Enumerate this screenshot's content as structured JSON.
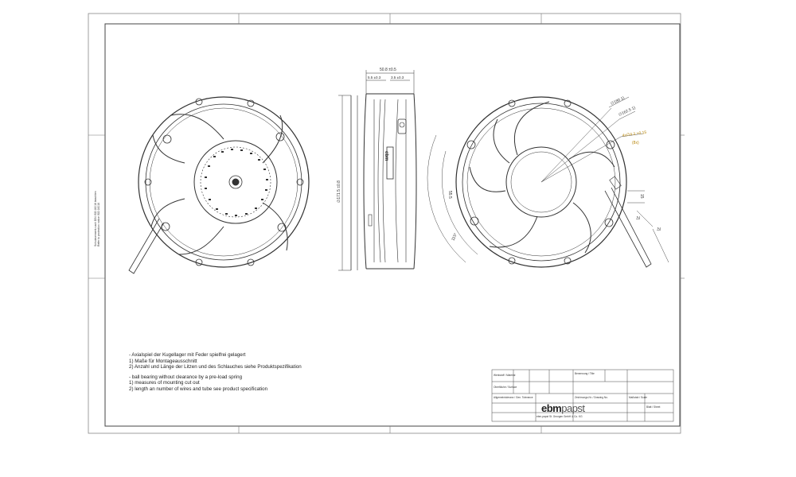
{
  "notes": {
    "de_intro": "- Axialspiel der Kugellager mit Feder spielfrei gelagert",
    "de_1": "1) Maße für Montageausschnitt",
    "de_2": "2) Anzahl und Länge der Litzen und des Schlauches siehe Produktspezifikation",
    "en_intro": "- ball bearing without clearance by a pre-load spring",
    "en_1": "1) measures of mounting cut out",
    "en_2": "2) length an number of wires and tube see product specification"
  },
  "dimensions": {
    "overall_depth": "50.8 ±0.5",
    "left_offset": "5.5 ±0.3",
    "right_offset": "3.5 ±0.3",
    "diameter": "∅171.5 ±0.8",
    "cutout_dia": "∅180 1)",
    "bolt_circle": "∅162.5 1)",
    "hole_dia": "4x∅4.3 +0.15",
    "hole_note": "(8x)",
    "angle_1": "55.5",
    "angle_2": "115°",
    "dim_small_1": "15",
    "dim_small_2": "2)",
    "dim_small_3": "2)"
  },
  "title_block": {
    "brand": "ebm",
    "brand_light": "papst",
    "label_a": "Werkstoff / Material",
    "label_b": "Oberfläche / Surface",
    "label_c": "Allgemeintoleranz / Gen. Tolerance",
    "label_d": "Benennung / Title",
    "label_e": "Zeichnungs-Nr. / Drawing No.",
    "label_f": "Maßstab / Scale",
    "label_g": "Blatt / Sheet",
    "label_h": "ebm-papst St. Georgen GmbH & Co. KG"
  },
  "margin_text": {
    "line_1": "Schutzvermerk nach DIN ISO 16016 beachten",
    "line_2": "Refer to protection notice ISO 16016"
  },
  "colors": {
    "line": "#333333",
    "frame": "#555555",
    "accent": "#b8860b"
  }
}
